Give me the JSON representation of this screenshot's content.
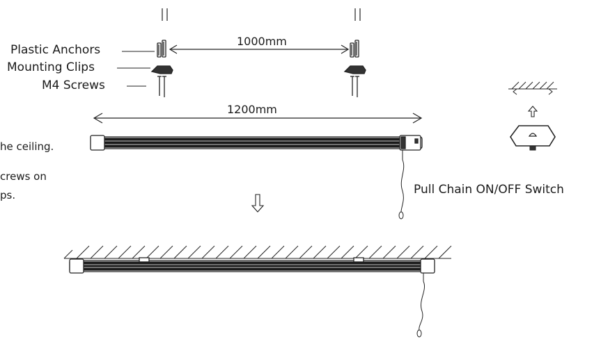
{
  "labels": {
    "plastic_anchors": "Plastic Anchors",
    "mounting_clips": "Mounting Clips",
    "m4_screws": "M4 Screws",
    "pull_chain": "Pull Chain ON/OFF Switch"
  },
  "dimensions": {
    "clip_spacing": "1000mm",
    "fixture_length": "1200mm"
  },
  "steps": [
    "he ceiling.",
    "crews on",
    "ps."
  ]
}
